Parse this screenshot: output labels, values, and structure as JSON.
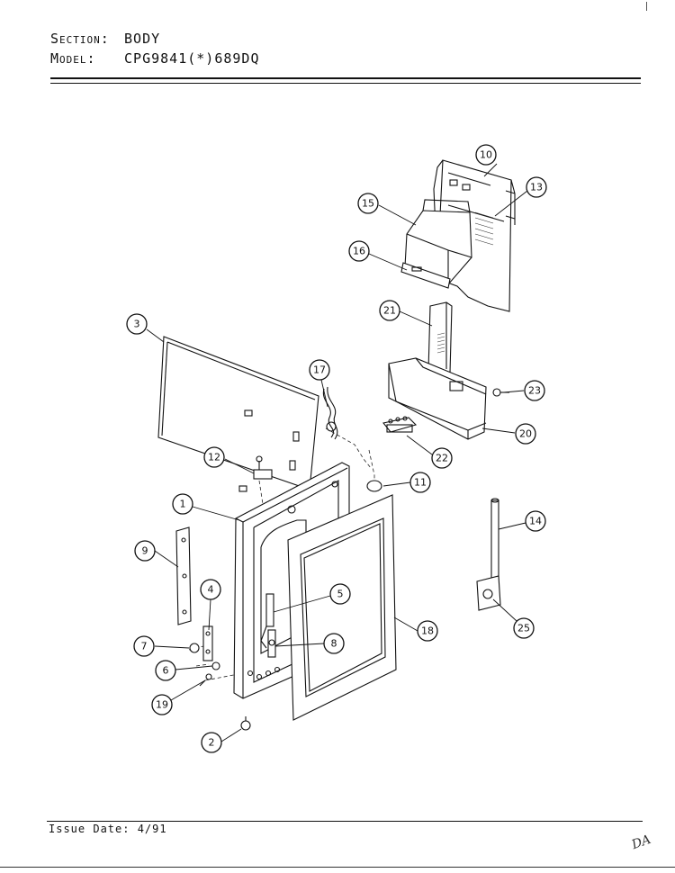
{
  "header": {
    "section_label": "Section:",
    "section_value": "BODY",
    "model_label": "Model:",
    "model_value": "CPG9841(*)689DQ"
  },
  "footer": {
    "issue_date": "Issue Date: 4/91",
    "handwritten_mark": "DA"
  },
  "callouts": [
    "1",
    "2",
    "3",
    "4",
    "5",
    "6",
    "7",
    "8",
    "9",
    "10",
    "11",
    "12",
    "13",
    "14",
    "15",
    "16",
    "17",
    "18",
    "19",
    "20",
    "21",
    "22",
    "23",
    "25"
  ]
}
